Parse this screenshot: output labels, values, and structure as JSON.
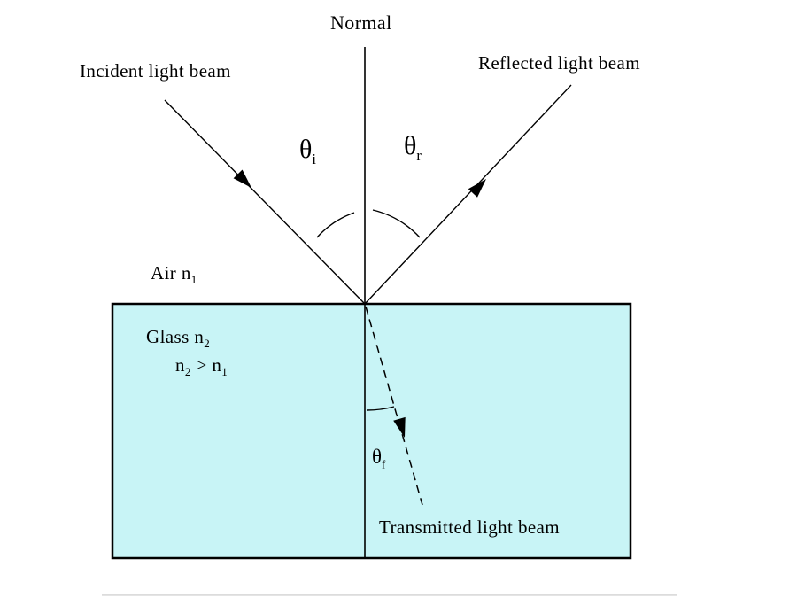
{
  "diagram": {
    "colors": {
      "background": "#ffffff",
      "glass_fill": "#c8f4f6",
      "line": "#000000",
      "bottom_rule": "#dcdcdc"
    },
    "labels": {
      "normal": "Normal",
      "incident": "Incident light beam",
      "reflected": "Reflected light beam",
      "transmitted": "Transmitted light beam",
      "theta": "θ",
      "theta_i_sub": "i",
      "theta_r_sub": "r",
      "theta_f_sub": "f",
      "air_base": "Air n",
      "air_sub": "1",
      "glass_base": "Glass n",
      "glass_sub": "2",
      "ineq_n": "n",
      "ineq_left_sub": "2",
      "ineq_gt": " > ",
      "ineq_right_sub": "1"
    }
  }
}
